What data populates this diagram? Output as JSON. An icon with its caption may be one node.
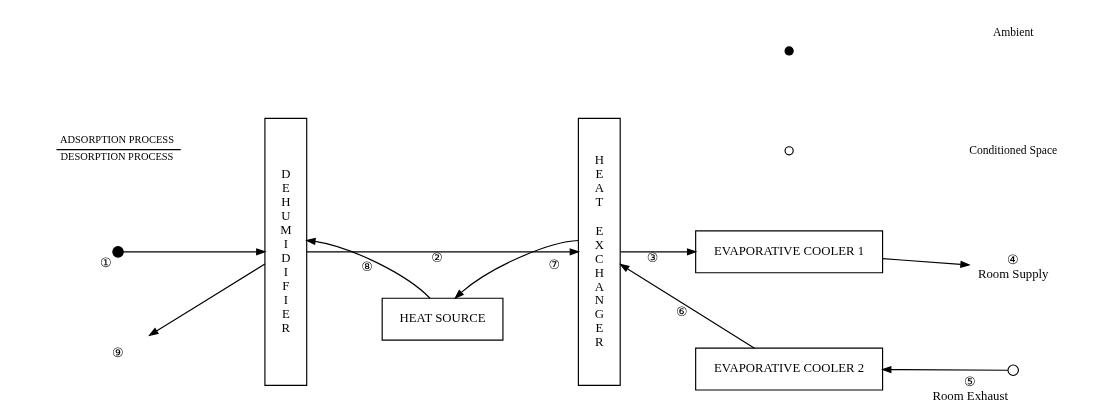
{
  "diagram": {
    "nodes": [
      {
        "text": [],
        "shape": "circle",
        "beside": [
          "①"
        ]
      },
      {
        "text": [
          "DEHUMIDIFIER"
        ]
      },
      {
        "text": [
          "HEAT EXCHANGER"
        ]
      },
      {
        "text": [
          "EVAPORATIVE COOLER 1"
        ]
      },
      {
        "text": [
          "④",
          "Room Supply"
        ]
      },
      {
        "text": [],
        "shape": "circle",
        "beside": [
          "⑤",
          "Room Exhaust"
        ]
      },
      {
        "text": [
          "EVAPORATIVE COOLER 2"
        ]
      },
      {
        "text": [
          "HEAT SOURCE"
        ]
      },
      {
        "text": [
          "⑨"
        ]
      }
    ],
    "edges": [
      {
        "from": 0,
        "to": 1,
        "arrow": "to"
      },
      {
        "from": 1,
        "to": 2,
        "arrow": "to",
        "label": "②"
      },
      {
        "from": 2,
        "to": 3,
        "arrow": "to",
        "label": "③"
      },
      {
        "from": 3,
        "to": 4,
        "arrow": "to"
      },
      {
        "from": 5,
        "to": 6,
        "arrow": "to"
      },
      {
        "from": 6,
        "to": 2,
        "arrow": "to",
        "label": "⑥"
      },
      {
        "from": 2,
        "to": 7,
        "arrow": "to",
        "label": "⑦"
      },
      {
        "from": 7,
        "to": 1,
        "arrow": "to",
        "label": "⑧"
      },
      {
        "from": 1,
        "to": 8,
        "arrow": "to"
      }
    ],
    "labels": [
      "ADSORPTION PROCESS",
      "DESORPTION PROCESS"
    ],
    "legend": [
      {
        "text": "Ambient"
      },
      {
        "text": "Conditioned Space"
      }
    ]
  }
}
